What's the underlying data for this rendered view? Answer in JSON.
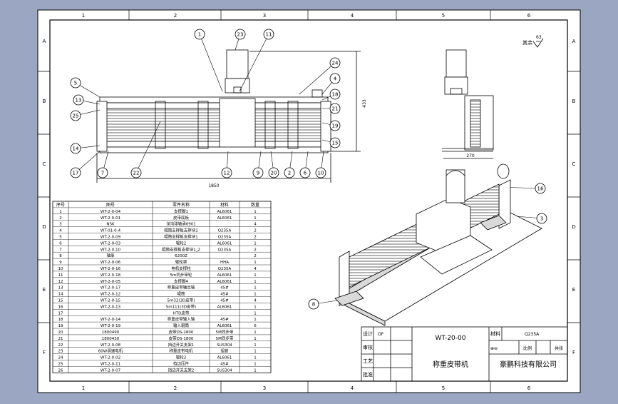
{
  "frame": {
    "columns": [
      "1",
      "2",
      "3",
      "4",
      "5",
      "6"
    ],
    "rows": [
      "A",
      "B",
      "C",
      "D",
      "E",
      "F"
    ]
  },
  "roughness": {
    "value": "63",
    "label": "其余"
  },
  "dimensions": {
    "overall_length": "1850",
    "height": "433",
    "width": "270"
  },
  "balloons": [
    "1",
    "23",
    "11",
    "24",
    "4",
    "18",
    "21",
    "19",
    "15",
    "5",
    "13",
    "25",
    "14",
    "17",
    "7",
    "22",
    "12",
    "9",
    "20",
    "2",
    "6",
    "10",
    "16",
    "3",
    "8"
  ],
  "bom": {
    "headers": [
      "序号",
      "图号",
      "零件名称",
      "材料",
      "数量"
    ],
    "rows": [
      [
        "1",
        "WT-2-0-04",
        "支撑脚1",
        "AL6061",
        "1"
      ],
      [
        "2",
        "WT-2-0-01",
        "皮带底板",
        "AL6061",
        "1"
      ],
      [
        "3",
        "NSK",
        "深沟球轴承6901",
        "",
        "4"
      ],
      [
        "4",
        "WT-01-0-4",
        "辊筒支撑板支撑块1",
        "Q235A",
        "2"
      ],
      [
        "5",
        "WT-2-0-09",
        "辊筒支撑板支撑块1",
        "Q235A",
        "2"
      ],
      [
        "6",
        "WT-2-0-03",
        "辊轮2",
        "AL6061",
        "1"
      ],
      [
        "7",
        "WT-2-0-10",
        "辊筒支撑板支撑块1_2",
        "Q235A",
        "2"
      ],
      [
        "8",
        "轴承",
        "6200Z",
        "",
        "2"
      ],
      [
        "9",
        "WT-2-0-06",
        "辊轮罩",
        "HHA",
        "1"
      ],
      [
        "10",
        "WT-2-0-16",
        "电机支撑柱",
        "Q235A",
        "4"
      ],
      [
        "11",
        "WT-2-0-18",
        "5m同步带轮",
        "AL6061",
        "1"
      ],
      [
        "12",
        "WT-2-0-05",
        "支撑脚4",
        "AL6061",
        "1"
      ],
      [
        "13",
        "WT-2-0-17",
        "称重皮带输出轴",
        "45#",
        "1"
      ],
      [
        "14",
        "WT-2-0-12",
        "辊筒",
        "45#",
        "1"
      ],
      [
        "15",
        "WT-2-0-15",
        "5m32(3D皮带)",
        "45#",
        "4"
      ],
      [
        "16",
        "WT-2-0-13",
        "5m111(3D皮带)",
        "AL6061",
        "1"
      ],
      [
        "17",
        "",
        "HTD皮带",
        "",
        "1"
      ],
      [
        "18",
        "WT-2-0-14",
        "称重皮带输入轴",
        "45#",
        "1"
      ],
      [
        "19",
        "WT-2-0-19",
        "输入辊筒",
        "AL6061",
        "6"
      ],
      [
        "20",
        "1800490",
        "皮带DS-1800",
        "5M同步带",
        "1"
      ],
      [
        "21",
        "1800430",
        "皮带DS-1800",
        "5M同步带",
        "1"
      ],
      [
        "22",
        "WT-2-0-08",
        "挡边开关支架1",
        "SUS304",
        "1"
      ],
      [
        "23",
        "60W调速电机",
        "称重皮带电机",
        "组装",
        "1"
      ],
      [
        "24",
        "WT-2-0-02",
        "辊轮2",
        "AL6061",
        "1"
      ],
      [
        "25",
        "WT-2-0-11",
        "挡边压件",
        "45#",
        "1"
      ],
      [
        "26",
        "WT-2-0-07",
        "挡边开关支架2",
        "SUS304",
        "1"
      ]
    ]
  },
  "title_block": {
    "design_label": "设计",
    "designer": "OF",
    "check_label": "审核",
    "process_label": "工艺",
    "approve_label": "批准",
    "drawing_no": "WT-20-00",
    "product_name": "称重皮带机",
    "material_label": "材料",
    "material": "Q235A",
    "scale_label": "比例",
    "sheet_label": "共张",
    "company": "豪鹏科技有限公司"
  },
  "colors": {
    "background": "#9aa6c2",
    "sheet": "#ffffff",
    "line": "#000000",
    "shade": "#d9d9d9"
  }
}
